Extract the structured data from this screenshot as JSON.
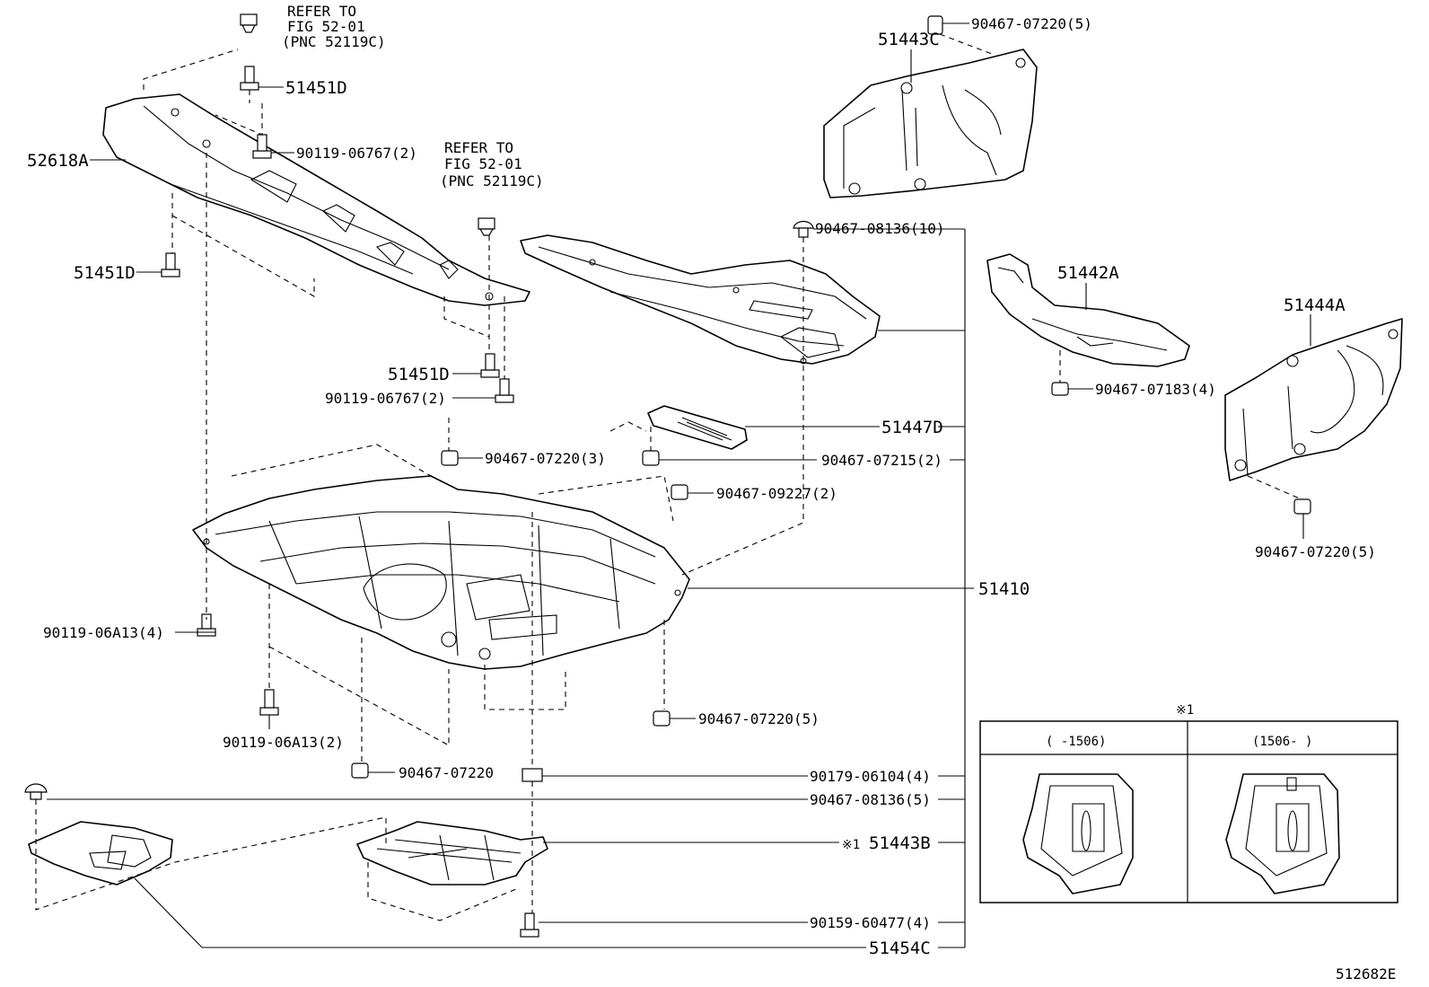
{
  "diagram_id": "512682E",
  "refer_notes": [
    {
      "line1": "REFER TO",
      "line2": "FIG 52-01",
      "line3": "(PNC 52119C)"
    },
    {
      "line1": "REFER TO",
      "line2": "FIG 52-01",
      "line3": "(PNC 52119C)"
    }
  ],
  "callouts": {
    "p52618A": "52618A",
    "p51451D_top": "51451D",
    "p51451D_left": "51451D",
    "p51451D_mid": "51451D",
    "p90119_06767_top": "90119-06767(2)",
    "p90119_06767_mid": "90119-06767(2)",
    "p51443C": "51443C",
    "p90467_07220_5_top": "90467-07220(5)",
    "p90467_08136_10": "90467-08136(10)",
    "p51442A": "51442A",
    "p51444A": "51444A",
    "p90467_07183_4": "90467-07183(4)",
    "p90467_07220_5_right": "90467-07220(5)",
    "p51447D": "51447D",
    "p90467_07220_3": "90467-07220(3)",
    "p90467_07215_2": "90467-07215(2)",
    "p90467_09227_2": "90467-09227(2)",
    "p51410": "51410",
    "p90119_06A13_4": "90119-06A13(4)",
    "p90119_06A13_2": "90119-06A13(2)",
    "p90467_07220_5_low": "90467-07220(5)",
    "p90467_07220": "90467-07220",
    "p90179_06104_4": "90179-06104(4)",
    "p90467_08136_5": "90467-08136(5)",
    "p51443B_mark": "※1",
    "p51443B": "51443B",
    "p90159_60477_4": "90159-60477(4)",
    "p51454C": "51454C"
  },
  "variant_table": {
    "mark": "※1",
    "col1": "(    -1506)",
    "col2": "(1506-    )"
  }
}
